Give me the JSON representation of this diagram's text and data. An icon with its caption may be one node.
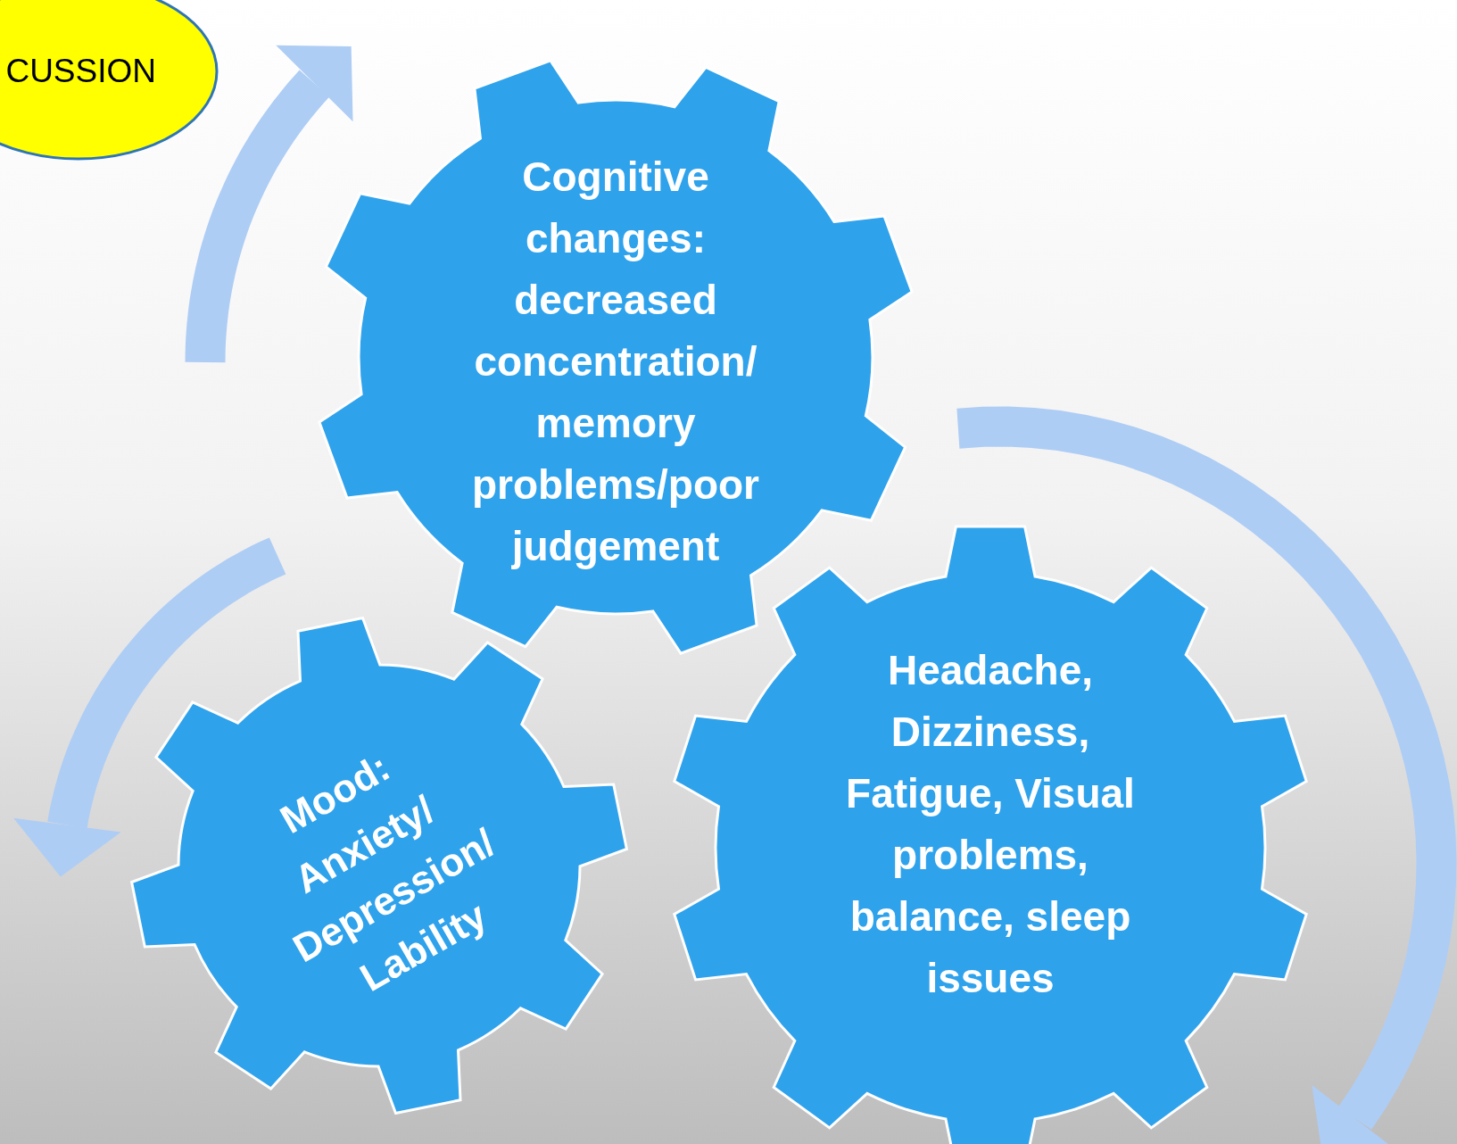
{
  "diagram": {
    "nodes": [
      {
        "text": [
          "CUSSION"
        ]
      },
      {
        "text": [
          "Cognitive changes: decreased concentration/ memory problems/poor judgement"
        ]
      },
      {
        "text": [
          "Mood: Anxiety/ Depression/ Lability"
        ]
      },
      {
        "text": [
          "Headache, Dizziness, Fatigue, Visual problems, balance, sleep issues"
        ]
      }
    ]
  }
}
